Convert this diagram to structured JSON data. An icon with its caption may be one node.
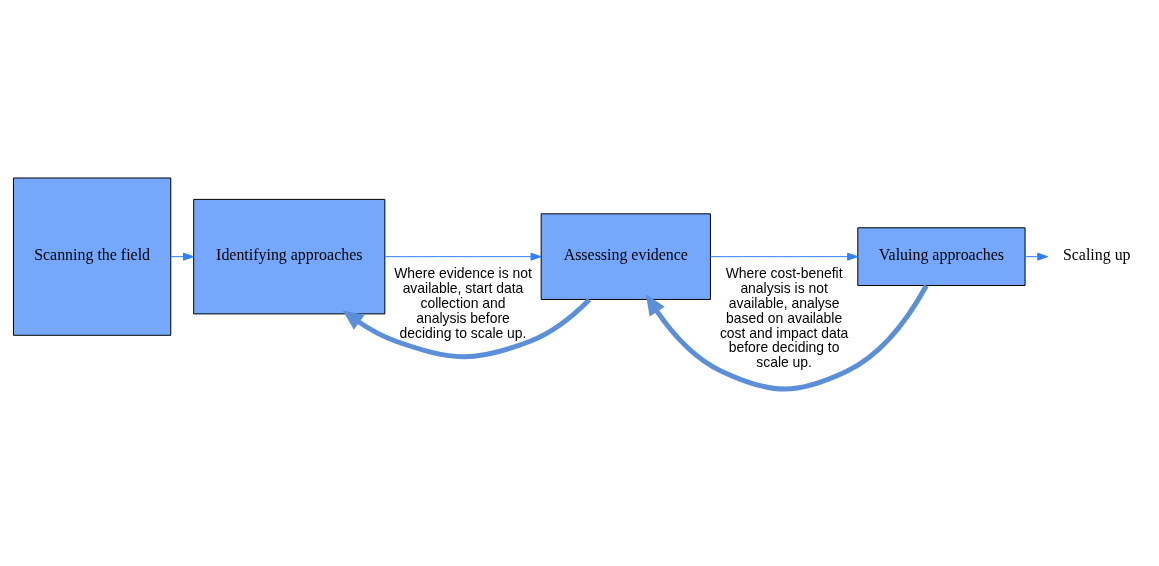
{
  "diagram": {
    "nodes": [
      {
        "text": [
          "Scanning the field"
        ]
      },
      {
        "text": [
          "Identifying approaches"
        ]
      },
      {
        "text": [
          "Assessing evidence"
        ]
      },
      {
        "text": [
          "Valuing approaches"
        ]
      },
      {
        "text": [
          "Scaling up"
        ]
      }
    ],
    "edges": [
      {
        "from": 0,
        "to": 1,
        "arrow": "to"
      },
      {
        "from": 1,
        "to": 2,
        "arrow": "to"
      },
      {
        "from": 2,
        "to": 3,
        "arrow": "to"
      },
      {
        "from": 3,
        "to": 4,
        "arrow": "to"
      },
      {
        "from": 2,
        "to": 1,
        "arrow": "to",
        "style": "thick",
        "color": "#5b8fd9",
        "label": "Where evidence is not available, start data collection and analysis before deciding to scale up."
      },
      {
        "from": 3,
        "to": 2,
        "arrow": "to",
        "style": "thick",
        "color": "#5b8fd9",
        "label": "Where cost-benefit analysis is not available, analyse based on available cost and impact data before deciding to scale up."
      }
    ]
  }
}
